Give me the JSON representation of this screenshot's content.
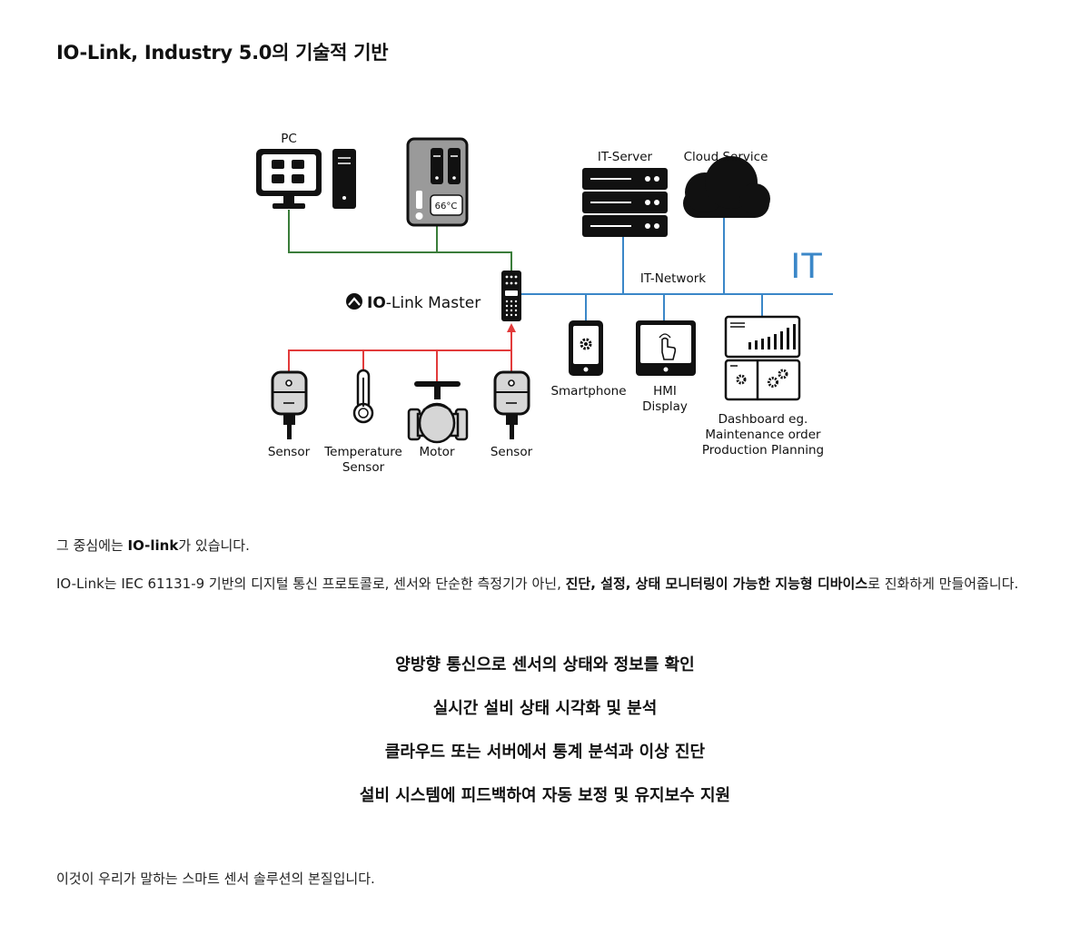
{
  "page": {
    "title": "IO-Link, Industry 5.0의 기술적 기반"
  },
  "diagram": {
    "labels": {
      "pc": "PC",
      "it_server": "IT-Server",
      "cloud": "Cloud Service",
      "it": "IT",
      "it_network": "IT-Network",
      "master_bold": "IO",
      "master_rest": "-Link Master",
      "temp_readout": "66°C",
      "sensor1": "Sensor",
      "temp_line1": "Temperature",
      "temp_line2": "Sensor",
      "motor": "Motor",
      "sensor2": "Sensor",
      "smartphone": "Smartphone",
      "hmi_line1": "HMI",
      "hmi_line2": "Display",
      "dash_line1": "Dashboard eg.",
      "dash_line2": "Maintenance order",
      "dash_line3": "Production Planning"
    },
    "colors": {
      "ot_line": "#3a7d3a",
      "it_line": "#3b87c8",
      "device_line": "#e23b3b",
      "device": "#111111",
      "panel": "#9a9a9a"
    },
    "icons": [
      "pc-monitor-icon",
      "pc-tower-icon",
      "control-cabinet-icon",
      "server-rack-icon",
      "cloud-icon",
      "io-link-logo-icon",
      "io-link-master-icon",
      "sensor-icon",
      "thermometer-icon",
      "motor-valve-icon",
      "smartphone-icon",
      "hmi-display-icon",
      "dashboard-icon"
    ]
  },
  "content": {
    "para1_pre": "그 중심에는 ",
    "para1_bold": "IO-link",
    "para1_post": "가 있습니다.",
    "para2_pre": "IO-Link는 IEC 61131-9 기반의 디지털 통신 프로토콜로, 센서와 단순한 측정기가 아닌, ",
    "para2_bold": "진단, 설정, 상태 모니터링이 가능한 지능형 디바이스",
    "para2_post": "로 진화하게 만들어줍니다.",
    "features": [
      "양방향 통신으로 센서의 상태와 정보를 확인",
      "실시간 설비 상태 시각화 및 분석",
      "클라우드 또는 서버에서 통계 분석과 이상 진단",
      "설비 시스템에 피드백하여 자동 보정 및 유지보수 지원"
    ],
    "closing": "이것이 우리가 말하는 스마트 센서 솔루션의 본질입니다."
  }
}
